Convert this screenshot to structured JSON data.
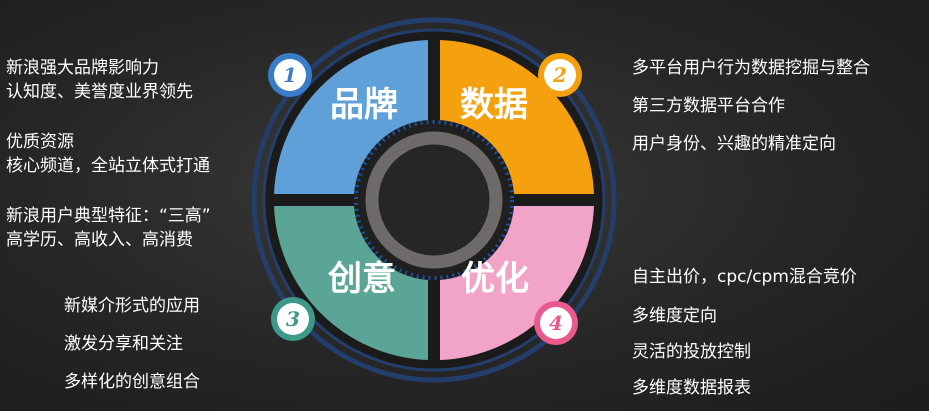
{
  "colors": {
    "brand": "#5fa0d8",
    "data": "#f5a00f",
    "creative": "#5aa596",
    "optimize": "#f2a4c8",
    "ring": "#243e6b",
    "num1": "#3a7cc7",
    "num2": "#f5a00f",
    "num3": "#3d9a88",
    "num4": "#ea5a8e"
  },
  "quadrants": {
    "brand": {
      "label": "品牌",
      "number": "1"
    },
    "data": {
      "label": "数据",
      "number": "2"
    },
    "creative": {
      "label": "创意",
      "number": "3"
    },
    "optimize": {
      "label": "优化",
      "number": "4"
    }
  },
  "left_top": {
    "lines": [
      "新浪强大品牌影响力",
      "认知度、美誉度业界领先",
      "优质资源",
      "核心频道，全站立体式打通",
      "新浪用户典型特征：“三高”",
      "高学历、高收入、高消费"
    ]
  },
  "left_bottom": {
    "lines": [
      "新媒介形式的应用",
      "激发分享和关注",
      "多样化的创意组合"
    ]
  },
  "right_top": {
    "lines": [
      "多平台用户行为数据挖掘与整合",
      "第三方数据平台合作",
      "用户身份、兴趣的精准定向"
    ]
  },
  "right_bottom": {
    "lines": [
      "自主出价，cpc/cpm混合竞价",
      "多维度定向",
      "灵活的投放控制",
      "多维度数据报表"
    ]
  }
}
